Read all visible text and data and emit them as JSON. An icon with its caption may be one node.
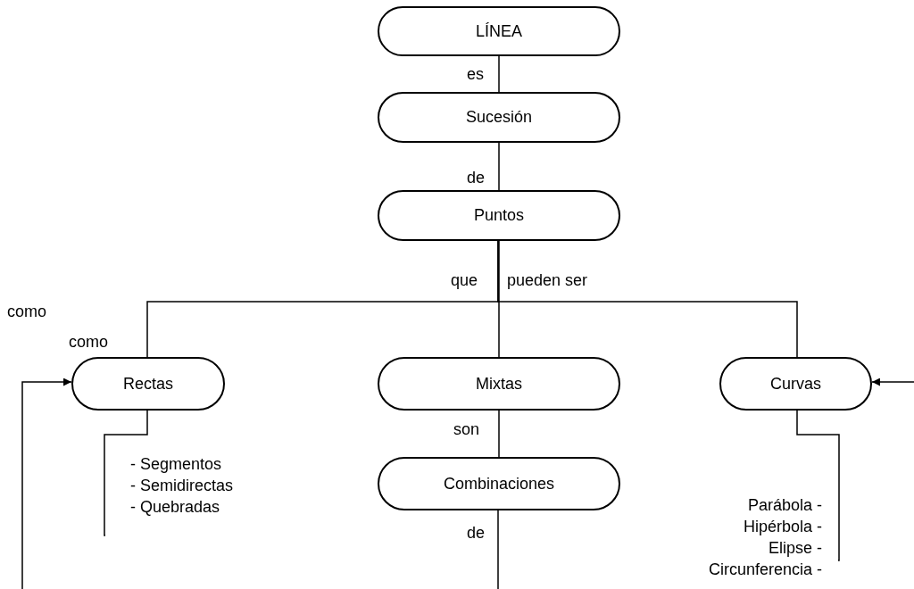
{
  "diagram": {
    "nodes": [
      {
        "text": [
          "LÍNEA"
        ]
      },
      {
        "text": [
          "Sucesión"
        ]
      },
      {
        "text": [
          "Puntos"
        ]
      },
      {
        "text": [
          "Rectas"
        ]
      },
      {
        "text": [
          "Mixtas"
        ]
      },
      {
        "text": [
          "Curvas"
        ]
      },
      {
        "text": [
          "- Segmentos",
          "- Semidirectas",
          "- Quebradas"
        ]
      },
      {
        "text": [
          "Combinaciones"
        ]
      },
      {
        "text": [
          "Parábola -",
          "Hipérbola -",
          "Elipse -",
          "Circunferencia -"
        ]
      }
    ],
    "edges": [
      {
        "from": 0,
        "to": 1,
        "arrow": "none",
        "label": "es"
      },
      {
        "from": 1,
        "to": 2,
        "arrow": "none",
        "label": "de"
      },
      {
        "from": 2,
        "to": 3,
        "arrow": "none"
      },
      {
        "from": 2,
        "to": 4,
        "arrow": "none"
      },
      {
        "from": 2,
        "to": 5,
        "arrow": "none"
      },
      {
        "from": 3,
        "to": 6,
        "arrow": "none"
      },
      {
        "from": 4,
        "to": 7,
        "arrow": "none",
        "label": "son"
      },
      {
        "from": 5,
        "to": 8,
        "arrow": "none"
      },
      {
        "from": 7,
        "to": null,
        "arrow": "none",
        "label": "de"
      },
      {
        "from": null,
        "to": 3,
        "arrow": "to"
      },
      {
        "from": null,
        "to": 5,
        "arrow": "to"
      }
    ],
    "labels": [
      "que",
      "pueden ser",
      "como",
      "como"
    ]
  }
}
